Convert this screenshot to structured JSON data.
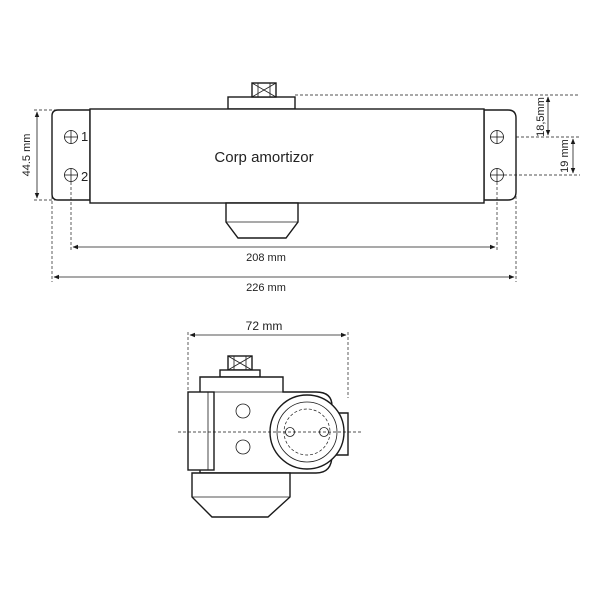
{
  "top_view": {
    "body_label": "Corp amortizor",
    "hole_labels": [
      "1",
      "2"
    ],
    "dimensions": {
      "height": "44.5 mm",
      "inner_span": "208 mm",
      "overall_length": "226 mm",
      "offset_top": "18,5mm",
      "hole_spacing": "19 mm"
    }
  },
  "side_view": {
    "dimensions": {
      "width": "72 mm"
    }
  },
  "colors": {
    "stroke": "#1a1a1a",
    "background": "#ffffff"
  }
}
